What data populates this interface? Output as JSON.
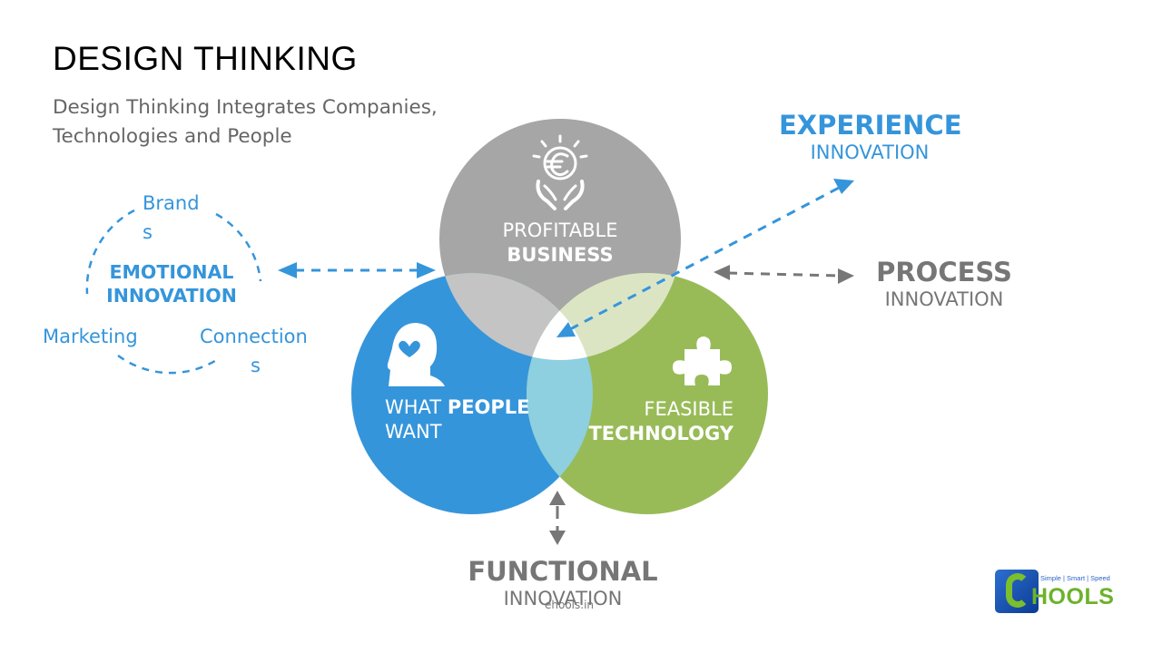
{
  "title": "DESIGN THINKING",
  "subtitle_lines": [
    "Design Thinking Integrates Companies,",
    "Technologies and People"
  ],
  "colors": {
    "business": "#a6a6a6",
    "people": "#3595db",
    "technology": "#98bb58",
    "accent_blue": "#3595db",
    "gray_text": "#767676"
  },
  "circles": {
    "business": {
      "line1": "PROFITABLE",
      "line2": "BUSINESS",
      "icon": "euro-hands-icon"
    },
    "people": {
      "word1": "WHAT",
      "word2": "PEOPLE",
      "line2": "WANT",
      "icon": "head-heart-icon"
    },
    "technology": {
      "line1": "FEASIBLE",
      "line2": "TECHNOLOGY",
      "icon": "puzzle-icon"
    }
  },
  "innovations": {
    "experience": {
      "bold": "EXPERIENCE",
      "thin": "INNOVATION"
    },
    "process": {
      "bold": "PROCESS",
      "thin": "INNOVATION"
    },
    "functional": {
      "bold": "FUNCTIONAL",
      "thin": "INNOVATION"
    },
    "emotional": {
      "line1": "EMOTIONAL",
      "line2": "INNOVATION"
    }
  },
  "ring_items": {
    "brands_1": "Brand",
    "brands_2": "s",
    "marketing": "Marketing",
    "connections_1": "Connection",
    "connections_2": "s"
  },
  "watermark": "ehools.in",
  "logo": {
    "tagline": "Simple | Smart | Speed",
    "text": "HOOLS"
  }
}
